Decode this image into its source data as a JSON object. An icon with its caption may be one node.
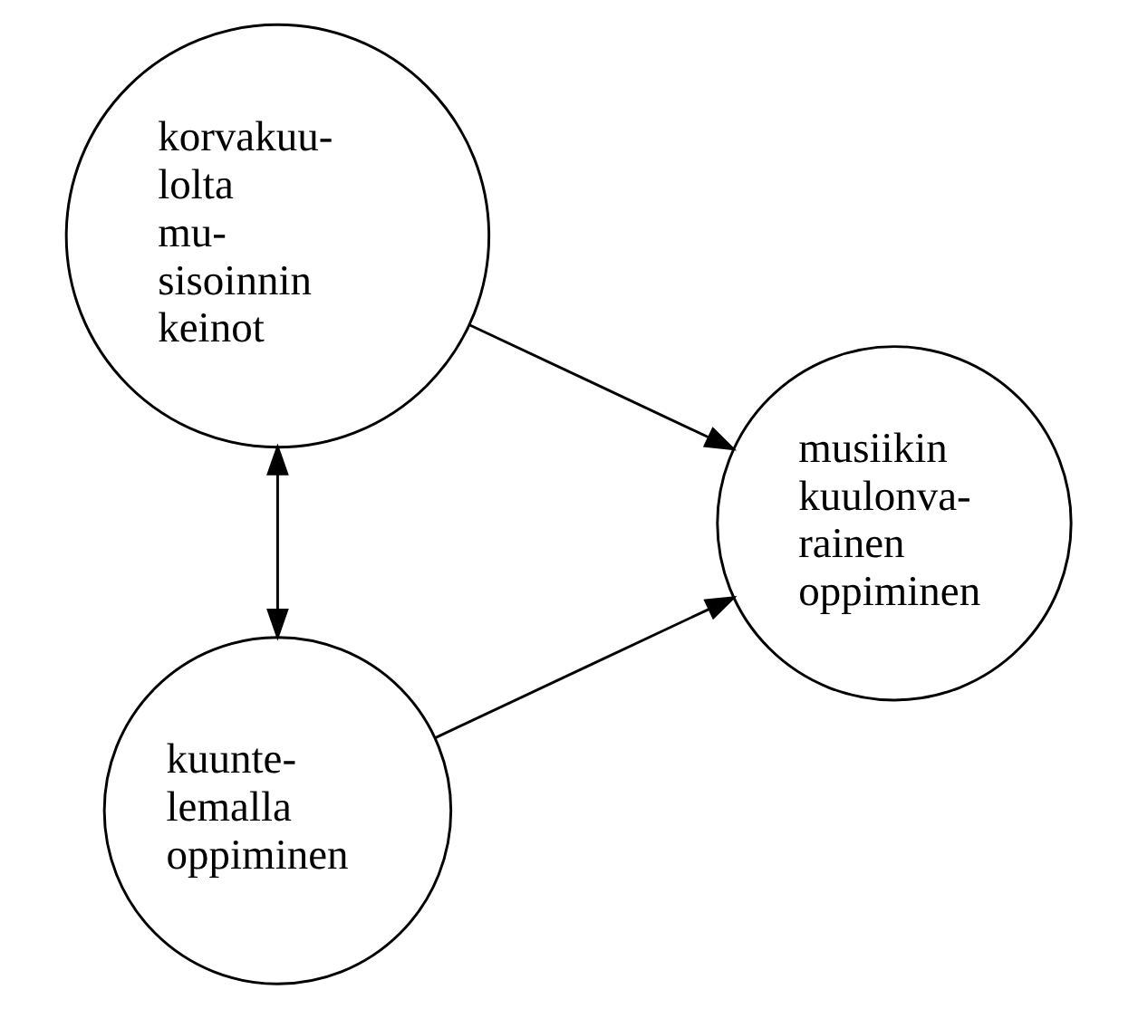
{
  "diagram": {
    "nodes": [
      {
        "text": [
          "korvakuu- lolta mu- sisoinnin keinot"
        ]
      },
      {
        "text": [
          "musiikin kuulonva- rainen oppiminen"
        ]
      },
      {
        "text": [
          "kuunte- lemalla oppiminen"
        ]
      }
    ],
    "edges": [
      {
        "from": 0,
        "to": 1,
        "arrow": "to"
      },
      {
        "from": 0,
        "to": 2,
        "arrow": "both"
      },
      {
        "from": 2,
        "to": 1,
        "arrow": "to"
      }
    ]
  }
}
